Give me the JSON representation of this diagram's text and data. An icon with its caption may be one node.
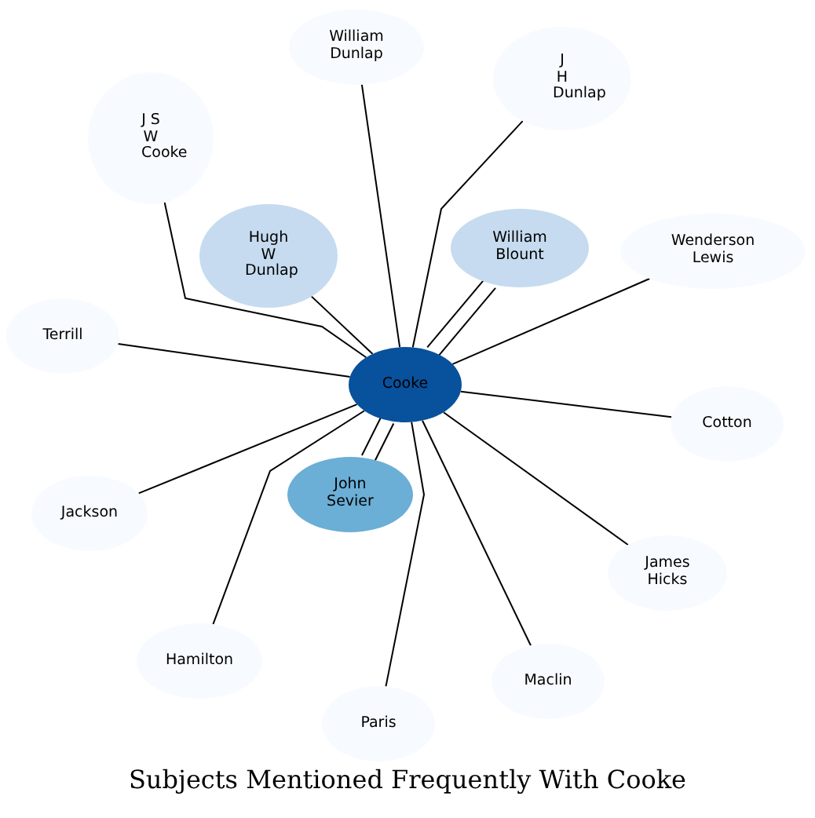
{
  "diagram": {
    "title": "Subjects Mentioned Frequently With Cooke",
    "nodes": [
      {
        "text": [
          "Cooke"
        ]
      },
      {
        "text": [
          "William Dunlap"
        ]
      },
      {
        "text": [
          "J H Dunlap"
        ]
      },
      {
        "text": [
          "J S W Cooke"
        ]
      },
      {
        "text": [
          "Hugh W Dunlap"
        ]
      },
      {
        "text": [
          "William Blount"
        ]
      },
      {
        "text": [
          "Wenderson Lewis"
        ]
      },
      {
        "text": [
          "Terrill"
        ]
      },
      {
        "text": [
          "Cotton"
        ]
      },
      {
        "text": [
          "Jackson"
        ]
      },
      {
        "text": [
          "John Sevier"
        ]
      },
      {
        "text": [
          "James Hicks"
        ]
      },
      {
        "text": [
          "Hamilton"
        ]
      },
      {
        "text": [
          "Maclin"
        ]
      },
      {
        "text": [
          "Paris"
        ]
      }
    ],
    "edges": [
      {
        "from": 0,
        "to": 1,
        "arrow": "none"
      },
      {
        "from": 0,
        "to": 2,
        "arrow": "none"
      },
      {
        "from": 0,
        "to": 3,
        "arrow": "none"
      },
      {
        "from": 0,
        "to": 4,
        "arrow": "none"
      },
      {
        "from": 0,
        "to": 5,
        "arrow": "none"
      },
      {
        "from": 0,
        "to": 5,
        "arrow": "none"
      },
      {
        "from": 0,
        "to": 6,
        "arrow": "none"
      },
      {
        "from": 0,
        "to": 7,
        "arrow": "none"
      },
      {
        "from": 0,
        "to": 8,
        "arrow": "none"
      },
      {
        "from": 0,
        "to": 9,
        "arrow": "none"
      },
      {
        "from": 0,
        "to": 10,
        "arrow": "none"
      },
      {
        "from": 0,
        "to": 10,
        "arrow": "none"
      },
      {
        "from": 0,
        "to": 11,
        "arrow": "none"
      },
      {
        "from": 0,
        "to": 12,
        "arrow": "none"
      },
      {
        "from": 0,
        "to": 13,
        "arrow": "none"
      },
      {
        "from": 0,
        "to": 14,
        "arrow": "none"
      }
    ]
  }
}
